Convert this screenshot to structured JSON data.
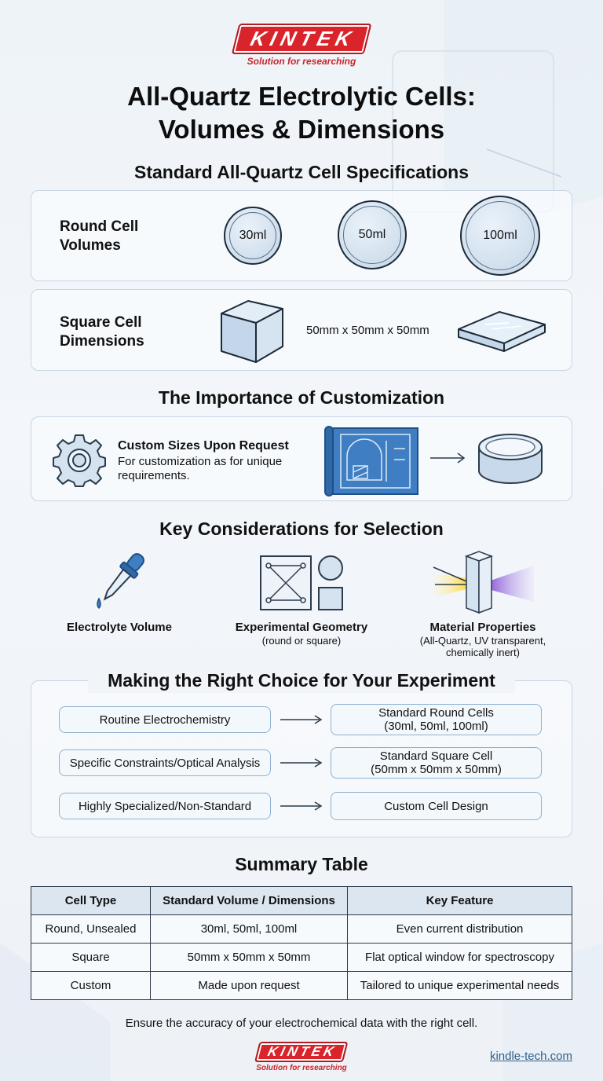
{
  "brand": {
    "name": "KINTEK",
    "tagline": "Solution for researching"
  },
  "title": {
    "line1": "All-Quartz Electrolytic Cells:",
    "line2": "Volumes & Dimensions"
  },
  "specs": {
    "heading": "Standard All-Quartz Cell Specifications",
    "round": {
      "label_line1": "Round Cell",
      "label_line2": "Volumes",
      "sizes": [
        "30ml",
        "50ml",
        "100ml"
      ]
    },
    "square": {
      "label_line1": "Square Cell",
      "label_line2": "Dimensions",
      "dimension": "50mm x 50mm x 50mm"
    }
  },
  "custom": {
    "heading": "The Importance of Customization",
    "title": "Custom Sizes Upon Request",
    "desc_line1": "For customization as for unique",
    "desc_line2": "requirements."
  },
  "considerations": {
    "heading": "Key Considerations for Selection",
    "items": [
      {
        "title": "Electrolyte Volume",
        "note": ""
      },
      {
        "title": "Experimental Geometry",
        "note": "(round or square)"
      },
      {
        "title": "Material Properties",
        "note_line1": "(All-Quartz, UV transparent,",
        "note_line2": "chemically inert)"
      }
    ]
  },
  "choice": {
    "heading": "Making the Right Choice for Your Experiment",
    "rows": [
      {
        "need": "Routine Electrochemistry",
        "result_line1": "Standard Round Cells",
        "result_line2": "(30ml, 50ml, 100ml)"
      },
      {
        "need": "Specific Constraints/Optical Analysis",
        "result_line1": "Standard Square Cell",
        "result_line2": "(50mm x 50mm x 50mm)"
      },
      {
        "need": "Highly Specialized/Non-Standard",
        "result_line1": "Custom Cell Design",
        "result_line2": ""
      }
    ]
  },
  "summary": {
    "heading": "Summary Table",
    "columns": [
      "Cell Type",
      "Standard Volume / Dimensions",
      "Key Feature"
    ],
    "rows": [
      [
        "Round, Unsealed",
        "30ml, 50ml, 100ml",
        "Even current distribution"
      ],
      [
        "Square",
        "50mm x 50mm x 50mm",
        "Flat optical window for spectroscopy"
      ],
      [
        "Custom",
        "Made upon request",
        "Tailored to unique experimental needs"
      ]
    ]
  },
  "footer": {
    "text": "Ensure the accuracy of your electrochemical data with the right cell.",
    "site": "kindle-tech.com"
  },
  "colors": {
    "brand_red": "#d8242a",
    "accent_blue": "#3f7ec2",
    "card_border": "#c9d6e3"
  }
}
